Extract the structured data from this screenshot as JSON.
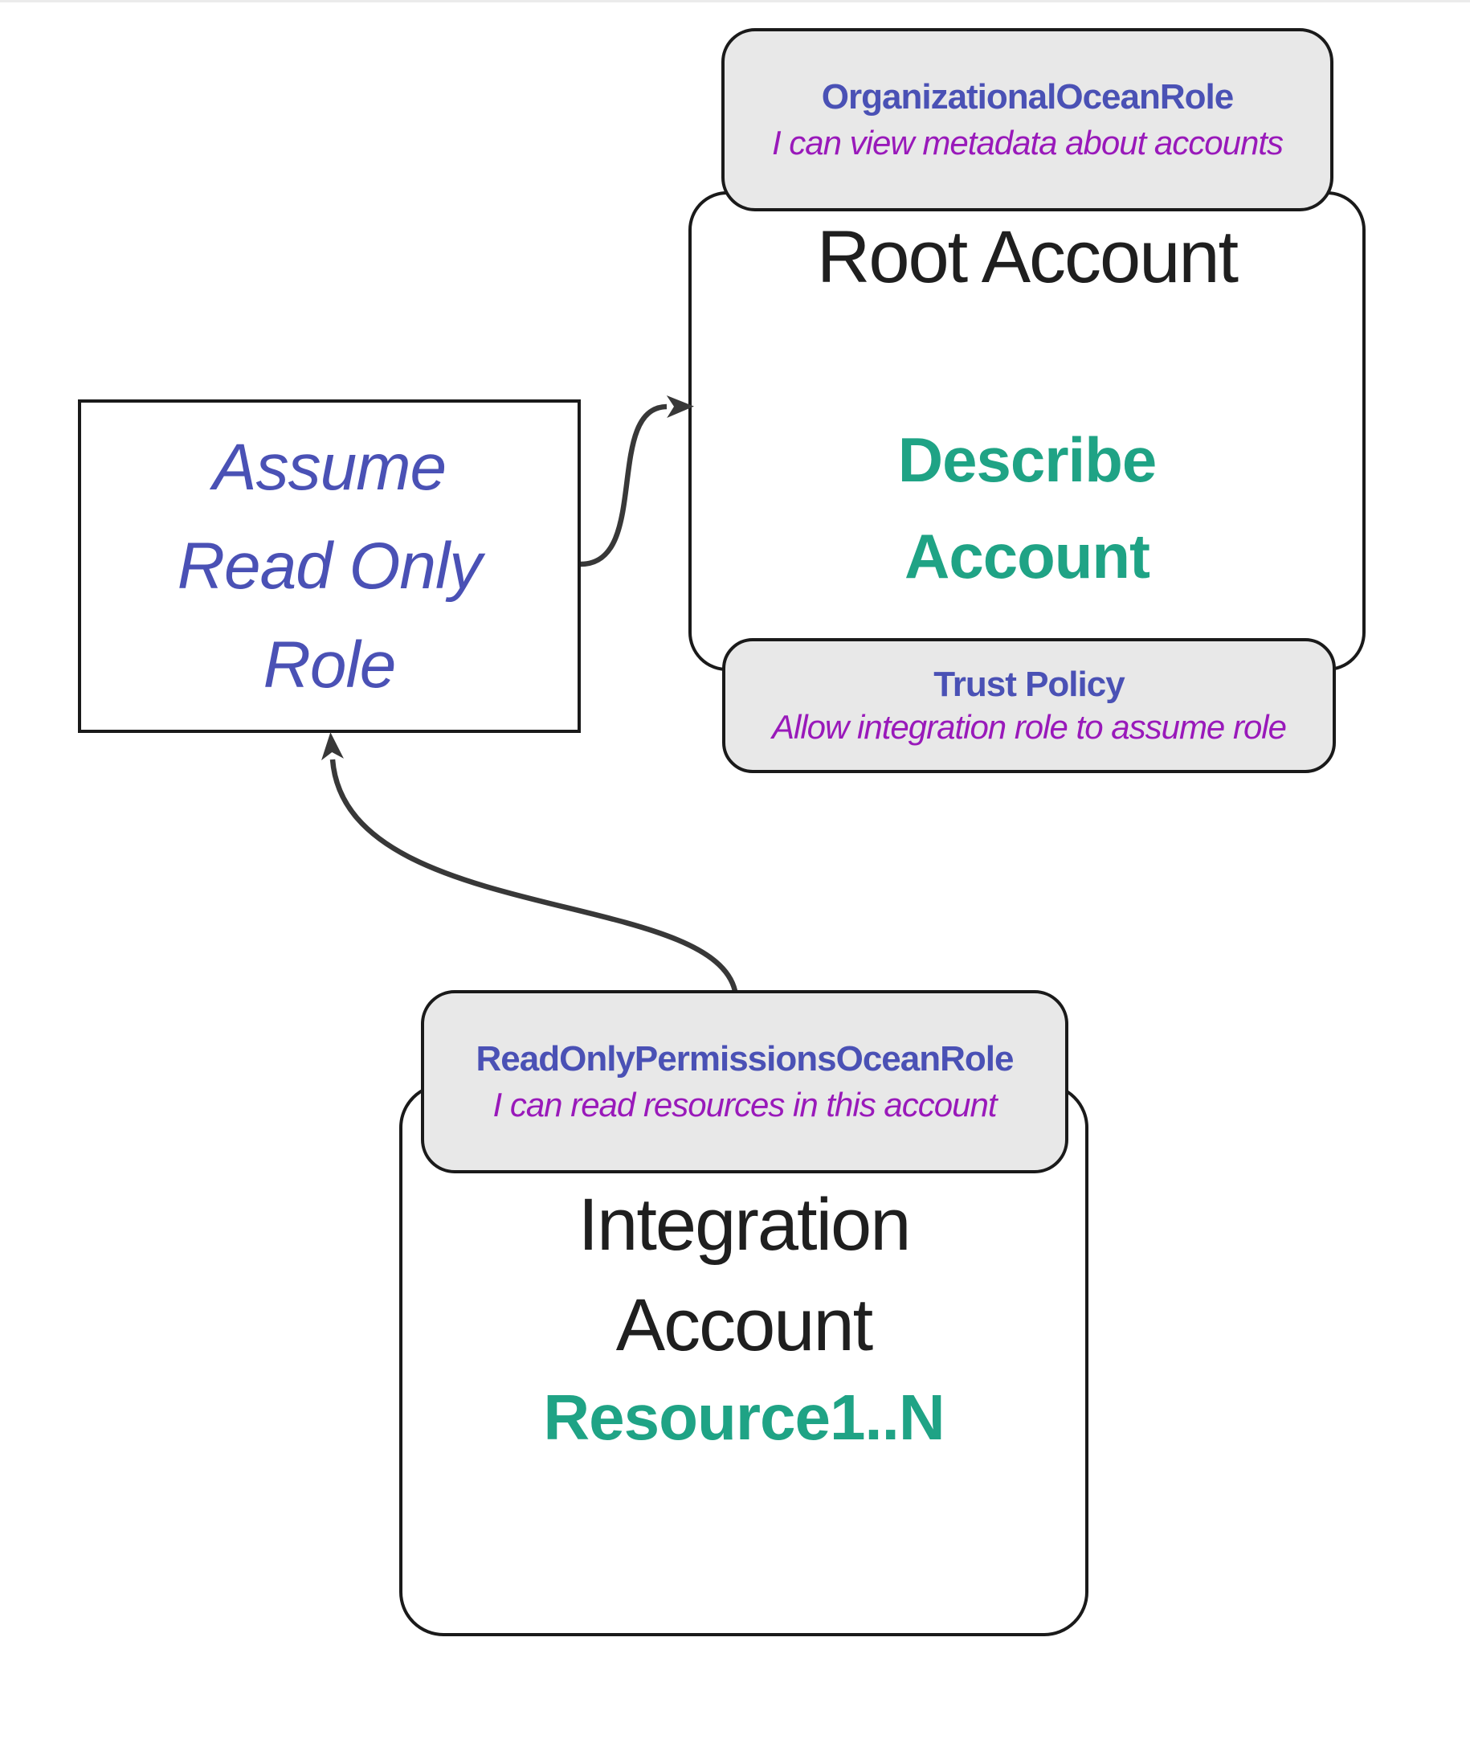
{
  "palette": {
    "indigo": "#4A51B5",
    "purple": "#9919BA",
    "teal": "#1FA385",
    "ink": "#1F1F1F",
    "line": "#383838",
    "badgeBg": "#E8E8E8",
    "border": "#1A1A1A"
  },
  "root_group": {
    "role_badge": {
      "title": "OrganizationalOceanRole",
      "subtitle": "I can view metadata about accounts"
    },
    "box_title": "Root Account",
    "action_lines": [
      "Describe",
      "Account"
    ],
    "trust_badge": {
      "title": "Trust Policy",
      "subtitle": "Allow integration role to assume role"
    }
  },
  "assume_box": {
    "lines": [
      "Assume",
      "Read Only",
      "Role"
    ]
  },
  "integration_group": {
    "role_badge": {
      "title": "ReadOnlyPermissionsOceanRole",
      "subtitle": "I can read resources in this account"
    },
    "box_title_lines": [
      "Integration",
      "Account"
    ],
    "resources_label": "Resource1..N"
  }
}
